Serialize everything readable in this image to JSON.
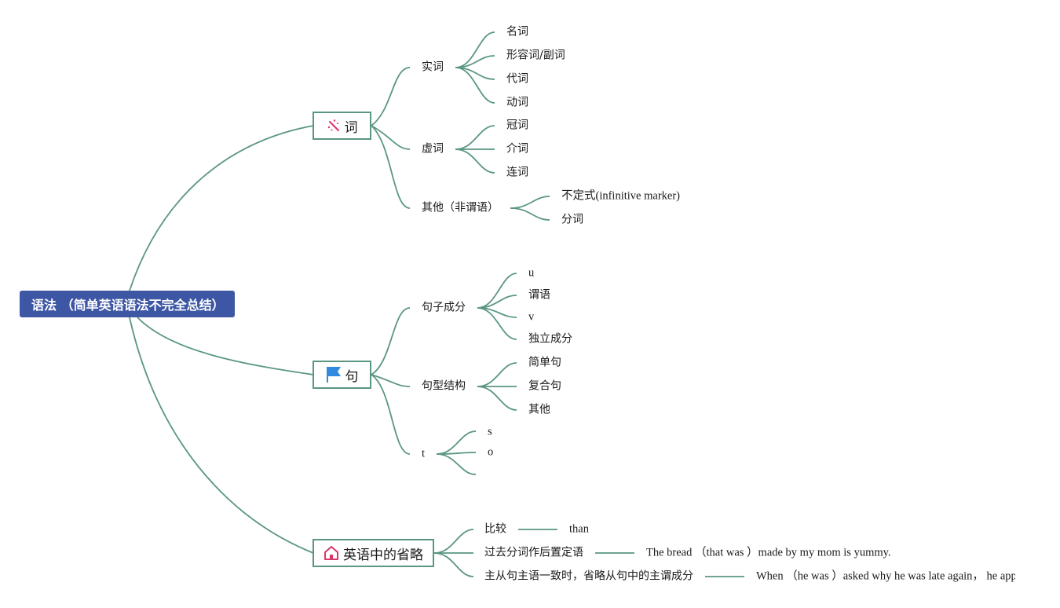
{
  "colors": {
    "edge": "#5a9683",
    "root_fill": "#3d57a4",
    "root_text": "#ffffff",
    "icon_word": "#e0306a",
    "icon_flag": "#2f8ae0",
    "icon_house": "#d9386a"
  },
  "root": {
    "label": "语法 （简单英语语法不完全总结）"
  },
  "branches": [
    {
      "label": "词",
      "icon": "magic-wand-icon",
      "children": [
        {
          "label": "实词",
          "children": [
            "名词",
            "形容词/副词",
            "代词",
            "动词"
          ]
        },
        {
          "label": "虚词",
          "children": [
            "冠词",
            "介词",
            "连词"
          ]
        },
        {
          "label": "其他（非谓语）",
          "children": [
            "不定式(infinitive marker)",
            "分词"
          ]
        }
      ]
    },
    {
      "label": "句",
      "icon": "flag-icon",
      "children": [
        {
          "label": "句子成分",
          "children": [
            "u",
            "谓语",
            "v",
            "独立成分"
          ]
        },
        {
          "label": "句型结构",
          "children": [
            "简单句",
            "复合句",
            "其他"
          ]
        },
        {
          "label": "t",
          "children": [
            "s",
            "o",
            ""
          ]
        }
      ]
    },
    {
      "label": "英语中的省略",
      "icon": "house-icon",
      "children": [
        {
          "label": "比较",
          "children": [
            "than"
          ]
        },
        {
          "label": "过去分词作后置定语",
          "children": [
            "The bread （that was ）made by my mom is yummy."
          ]
        },
        {
          "label": "主从句主语一致时，省略从句中的主谓成分",
          "children": [
            "When （he was ）asked why he was late again， he appe"
          ]
        }
      ]
    }
  ]
}
